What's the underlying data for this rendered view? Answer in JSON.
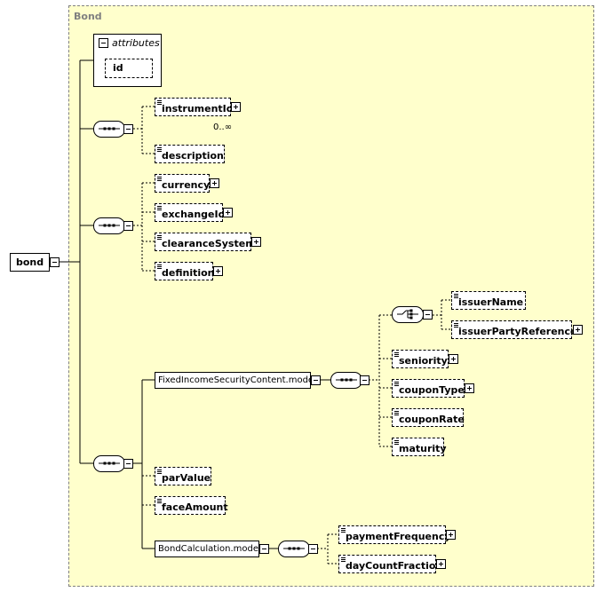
{
  "diagram": {
    "title": "Bond",
    "root": "bond",
    "attributes_label": "attributes",
    "attribute_id": "id",
    "seq1": {
      "instrumentId": "instrumentId",
      "instrumentId_card": "0..∞",
      "description": "description"
    },
    "seq2": {
      "currency": "currency",
      "exchangeId": "exchangeId",
      "clearanceSystem": "clearanceSystem",
      "definition": "definition"
    },
    "seq3": {
      "fixed_model": "FixedIncomeSecurityContent.model",
      "issuerName": "issuerName",
      "issuerPartyReference": "issuerPartyReference",
      "seniority": "seniority",
      "couponType": "couponType",
      "couponRate": "couponRate",
      "maturity": "maturity",
      "parValue": "parValue",
      "faceAmount": "faceAmount",
      "calc_model": "BondCalculation.model",
      "paymentFrequency": "paymentFrequency",
      "dayCountFraction": "dayCountFraction"
    }
  }
}
